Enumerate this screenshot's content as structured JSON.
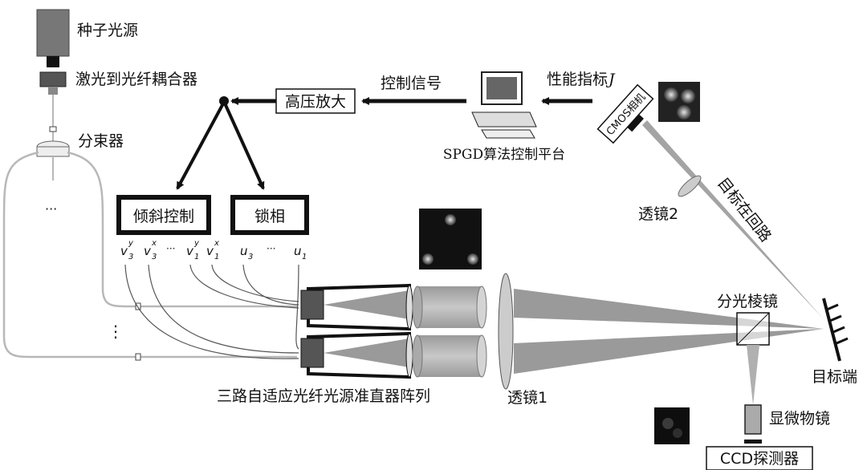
{
  "labels": {
    "seed_source": "种子光源",
    "coupler": "激光到光纤耦合器",
    "splitter": "分束器",
    "dots_v": "⋮",
    "dots_h": "···",
    "hv_amp": "高压放大",
    "control_signal": "控制信号",
    "perf_index": "性能指标",
    "perf_symbol": "J",
    "cmos": "CMOS相机",
    "spgd": "SPGD算法控制平台",
    "target_loop": "目标在回路",
    "lens2": "透镜2",
    "tilt_ctrl": "倾斜控制",
    "phase_lock": "锁相",
    "array": "三路自适应光纤光源准直器阵列",
    "lens1": "透镜1",
    "beam_splitter": "分光棱镜",
    "target_end": "目标端",
    "microscope": "显微物镜",
    "ccd": "CCD探测器"
  },
  "tilt_subscripts": [
    "v",
    "3",
    "y",
    "v",
    "3",
    "x",
    "···",
    "v",
    "1",
    "y",
    "v",
    "1",
    "x"
  ],
  "phase_subscripts": [
    "u",
    "3",
    "···",
    "u",
    "1"
  ],
  "colors": {
    "beam": "#9a9a9a",
    "fiber": "#b8b8b8",
    "dark": "#1a1a1a"
  }
}
